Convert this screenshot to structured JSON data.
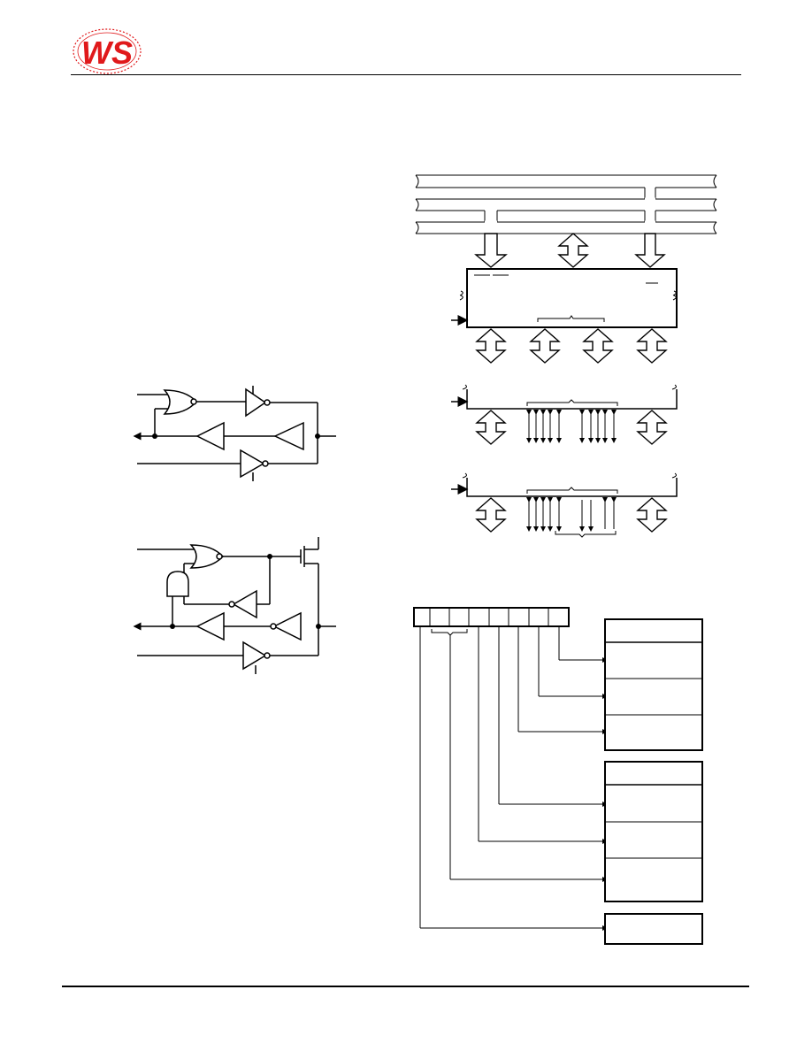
{
  "document": {
    "logo": {
      "text": "WS",
      "color": "#e0191b"
    },
    "colors": {
      "ink": "#000000",
      "logo_red": "#e0191b"
    },
    "figures": {
      "logic_a": {
        "gates": [
          "nor",
          "tristate-buffer",
          "buffer",
          "buffer",
          "tristate-buffer"
        ]
      },
      "logic_b": {
        "gates": [
          "nor",
          "and",
          "buffer",
          "buffer",
          "buffer",
          "tristate-buffer",
          "mosfet"
        ]
      },
      "bus_block": {
        "buses": 3,
        "ports": 4
      },
      "register_map": {
        "bits": 8,
        "fields": 7,
        "box_groups": [
          3,
          3,
          1
        ]
      }
    }
  }
}
